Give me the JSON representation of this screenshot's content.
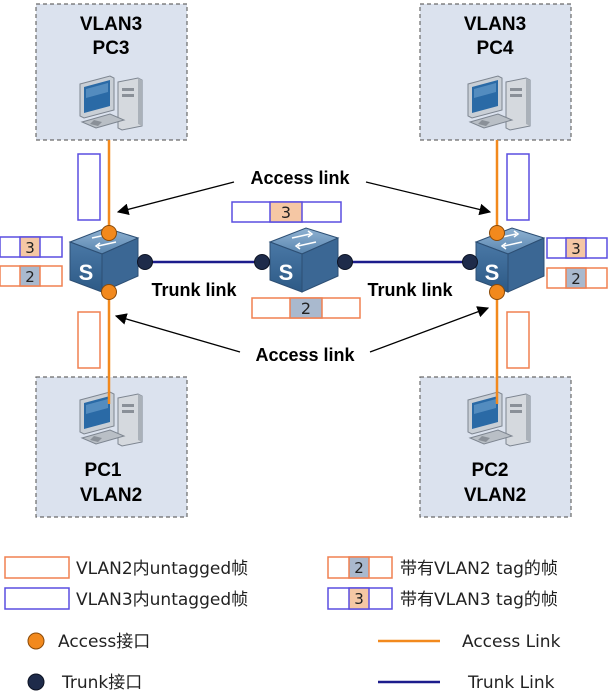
{
  "colors": {
    "access": "#f2891d",
    "trunk": "#1c1c8c",
    "vlan2_frame": "#f08050",
    "vlan3_frame": "#5a4ee0",
    "tag2_fill": "#a9b9ce",
    "tag3_fill": "#f5c7a4",
    "box_fill": "#dbe2ee",
    "box_border": "#6a6a6a"
  },
  "pcs": {
    "pc3": {
      "vlan": "VLAN3",
      "name": "PC3"
    },
    "pc4": {
      "vlan": "VLAN3",
      "name": "PC4"
    },
    "pc1": {
      "name": "PC1",
      "vlan": "VLAN2"
    },
    "pc2": {
      "name": "PC2",
      "vlan": "VLAN2"
    }
  },
  "links": {
    "access_top": "Access link",
    "access_bottom": "Access link",
    "trunk_left": "Trunk link",
    "trunk_right": "Trunk link"
  },
  "switch_icon_label": "S",
  "tags": {
    "tag3": "3",
    "tag2": "2"
  },
  "legend": {
    "vlan2_untagged": "VLAN2内untagged帧",
    "vlan3_untagged": "VLAN3内untagged帧",
    "vlan2_tagged": "带有VLAN2 tag的帧",
    "vlan3_tagged": "带有VLAN3 tag的帧",
    "access_port": "Access接口",
    "trunk_port": "Trunk接口",
    "access_link": "Access Link",
    "trunk_link": "Trunk Link"
  }
}
